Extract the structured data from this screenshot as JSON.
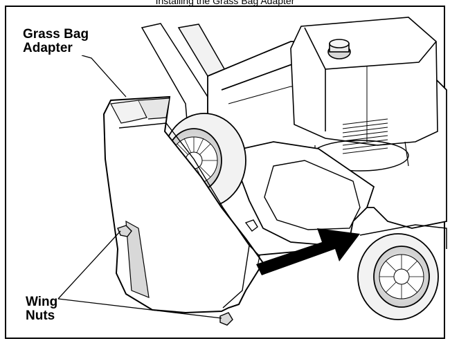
{
  "figure": {
    "top_caption": "Installing the Grass Bag Adapter",
    "labels": {
      "grass_bag_adapter": [
        "Grass Bag",
        "Adapter"
      ],
      "wing_nuts": [
        "Wing",
        "Nuts"
      ]
    }
  },
  "colors": {
    "ink": "#000000",
    "paper": "#ffffff",
    "shade": "#9a9a9a",
    "light_shade": "#d8d8d8"
  },
  "icons": [
    "arrow-icon",
    "wheel-icon",
    "wing-nut-icon"
  ]
}
